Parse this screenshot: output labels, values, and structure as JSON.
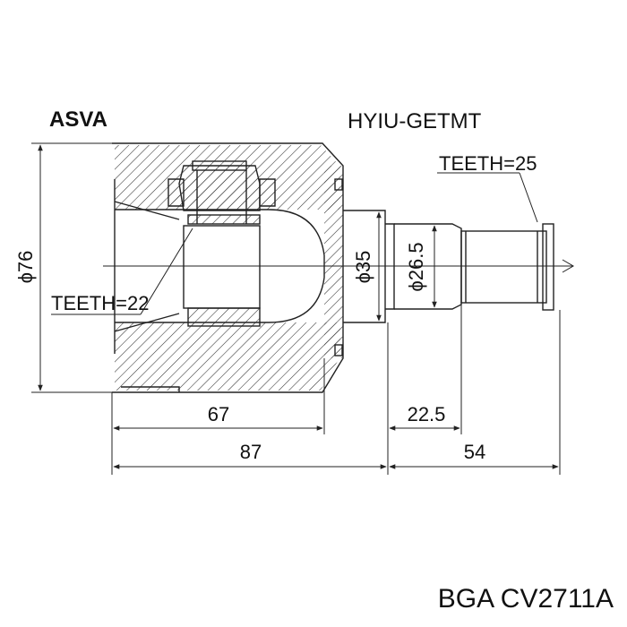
{
  "brand_top": "ASVA",
  "model_code": "HYIU-GETMT",
  "teeth_outer": "TEETH=25",
  "teeth_inner": "TEETH=22",
  "dia_body": "ϕ76",
  "dia_neck": "ϕ35",
  "dia_spline": "ϕ26.5",
  "len_67": "67",
  "len_87": "87",
  "len_22_5": "22.5",
  "len_54": "54",
  "part_ref": "BGA CV2711A",
  "colors": {
    "line": "#222222",
    "hatch": "#333333"
  }
}
